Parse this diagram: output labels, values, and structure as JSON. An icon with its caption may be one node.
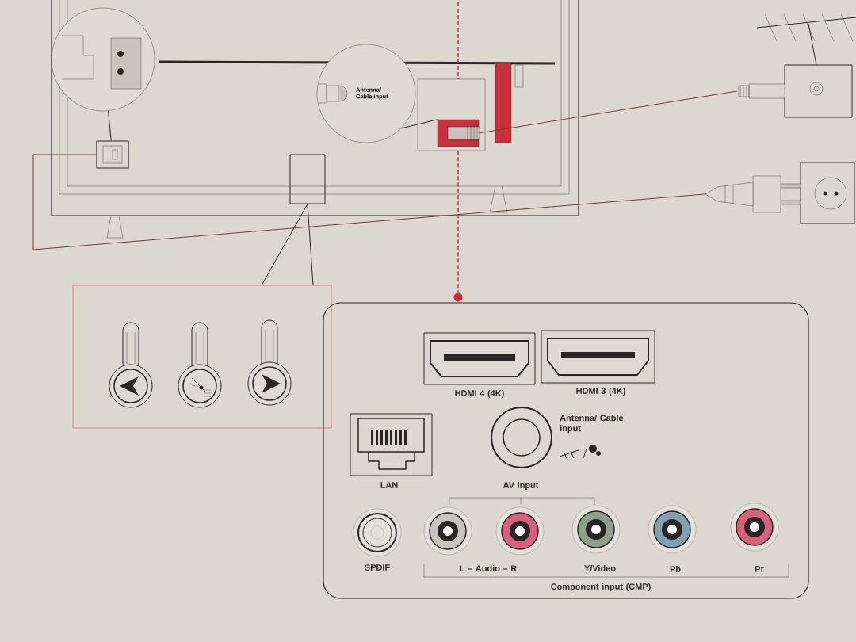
{
  "diagram": {
    "nodes": [
      {
        "text": [],
        "shape": "picture"
      },
      {
        "text": [],
        "shape": "circle",
        "in": 0
      },
      {
        "text": [],
        "shape": "box",
        "in": 0
      },
      {
        "text": [
          "Antenna/ Cable input"
        ],
        "in": 0
      },
      {
        "text": [],
        "shape": "box",
        "in": 0
      },
      {
        "text": [],
        "shape": "box",
        "in": 4
      },
      {
        "text": [],
        "shape": "box",
        "in": 0
      },
      {
        "text": [],
        "shape": "picture"
      },
      {
        "text": [],
        "shape": "picture"
      },
      {
        "text": [],
        "shape": "box"
      },
      {
        "text": [],
        "shape": "box"
      },
      {
        "text": [],
        "shape": "circle"
      }
    ],
    "edges": [
      {
        "from": 3,
        "to": 5,
        "arrow": "none"
      },
      {
        "from": 1,
        "to": 2,
        "arrow": "none"
      },
      {
        "from": 5,
        "to": 7,
        "arrow": "none",
        "color": "#7a3a35"
      },
      {
        "from": 2,
        "to": 8,
        "arrow": "none",
        "color": "#7a3a35"
      },
      {
        "from": 6,
        "to": 9,
        "arrow": "none"
      },
      {
        "from": null,
        "to": 4,
        "arrow": "none",
        "style": "dashed",
        "color": "#c8303c"
      },
      {
        "from": 4,
        "to": 11,
        "arrow": "none",
        "style": "dashed",
        "color": "#c8303c"
      }
    ],
    "labels": [
      "HDMI 4 (4K)",
      "HDMI 3 (4K)",
      "Antenna/ Cable input",
      "LAN",
      "AV input",
      "SPDIF",
      "L – Audio – R",
      "Y/Video",
      "Pb",
      "Pr",
      "Component input (CMP)"
    ]
  }
}
